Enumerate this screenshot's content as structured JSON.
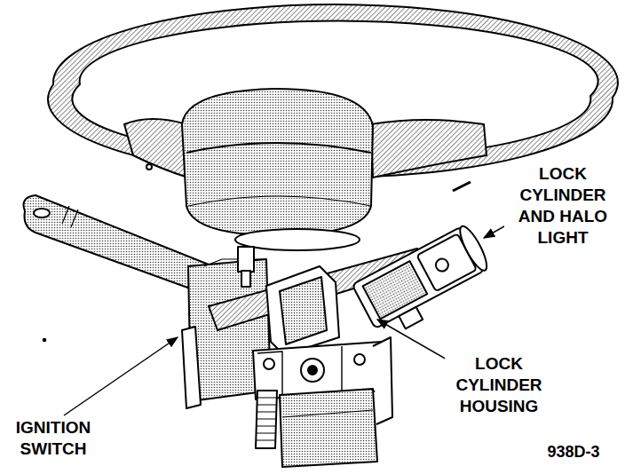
{
  "diagram": {
    "labels": [
      "LOCK CYLINDER AND HALO LIGHT",
      "LOCK CYLINDER HOUSING",
      "IGNITION SWITCH",
      "938D-3"
    ]
  }
}
